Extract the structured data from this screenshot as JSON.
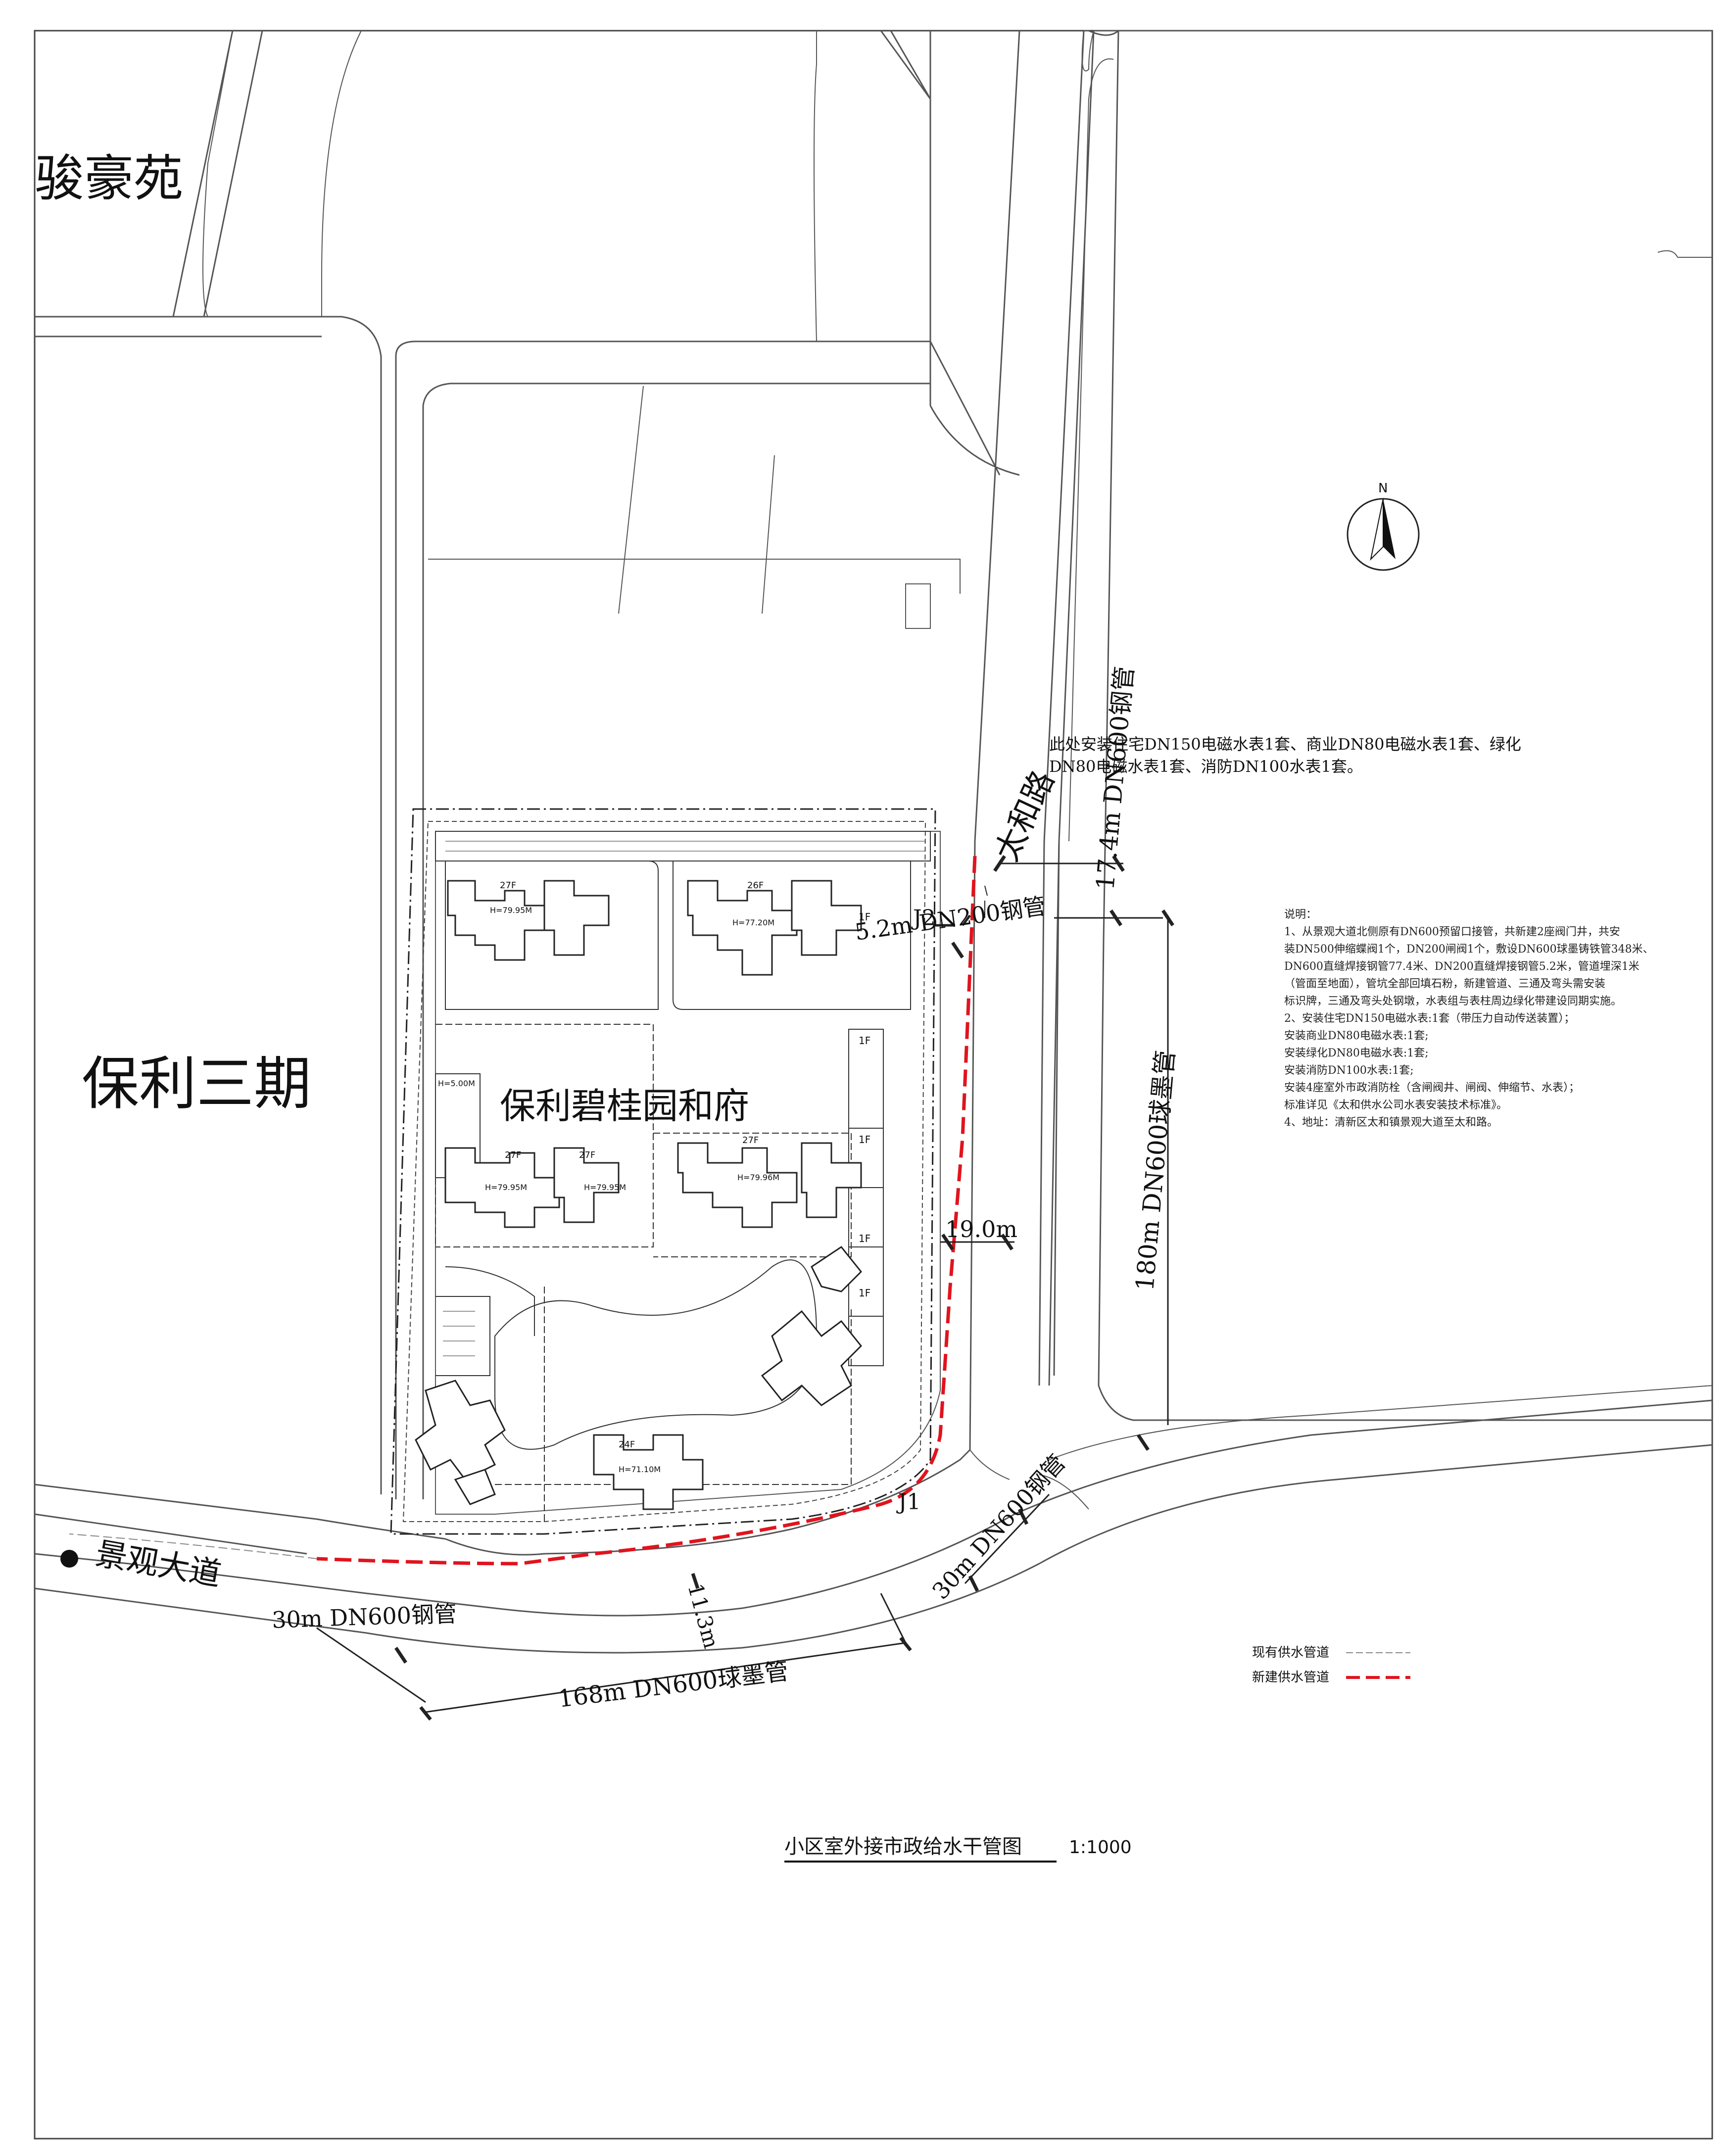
{
  "areas": {
    "junhaoyuan": "骏豪苑",
    "poly_phase3": "保利三期",
    "project_name": "保利碧桂园和府"
  },
  "roads": {
    "taihe": "太和路",
    "jingguan": "景观大道"
  },
  "pipe_labels": {
    "north_dn600_steel": "17.4m DN600钢管",
    "dn200_steel": "5.2m DN200钢管",
    "east_ductile": "180m DN600球墨管",
    "east_segment": "19.0m",
    "south_ductile": "168m DN600球墨管",
    "south_segment": "11.3m",
    "west_dn600_steel": "30m DN600钢管",
    "sw_dn600_steel": "30m DN600钢管"
  },
  "junctions": {
    "j1": "J1",
    "j2": "J2"
  },
  "meter_note": [
    "此处安装住宅DN150电磁水表1套、商业DN80电磁水表1套、绿化",
    "DN80电磁水表1套、消防DN100水表1套。"
  ],
  "notes": {
    "heading": "说明：",
    "lines": [
      "1、从景观大道北侧原有DN600预留口接管，共新建2座阀门井，共安",
      "装DN500伸缩蝶阀1个，DN200闸阀1个，敷设DN600球墨铸铁管348米、",
      "DN600直缝焊接钢管77.4米、DN200直缝焊接钢管5.2米，管道埋深1米",
      "（管面至地面），管坑全部回填石粉，新建管道、三通及弯头需安装",
      "标识牌，三通及弯头处钢墩，水表组与表柱周边绿化带建设同期实施。",
      "2、安装住宅DN150电磁水表:1套（带压力自动传送装置）；",
      "     安装商业DN80电磁水表:1套;",
      "     安装绿化DN80电磁水表:1套;",
      "     安装消防DN100水表:1套;",
      "     安装4座室外市政消防栓（含闸阀井、闸阀、伸缩节、水表）；",
      "     标准详见《太和供水公司水表安装技术标准》。",
      "4、地址：清新区太和镇景观大道至太和路。"
    ]
  },
  "legend": {
    "existing": "现有供水管道",
    "new": "新建供水管道"
  },
  "title": {
    "main": "小区室外接市政给水干管图",
    "scale": "1:1000"
  },
  "compass": {
    "north": "N"
  },
  "building_tags": {
    "b1_floors": "27F",
    "b1_height": "H=79.95M",
    "b2_floors": "27F",
    "b2_height": "H=79.95M",
    "b3_floors": "26F",
    "b3_height": "H=77.20M",
    "b4_floors": "27F",
    "b4_height": "H=79.95M",
    "b5_floors": "27F",
    "b5_height": "H=79.96M",
    "b6_floors": "24F",
    "b6_height": "H=71.10M",
    "small_height": "H=5.00M",
    "shop1": "1F",
    "shop2": "1F",
    "shop3": "1F",
    "shop4": "1F",
    "shop5": "1F"
  },
  "colors": {
    "new_pipe": "#e0141e",
    "line": "#333333",
    "boundary": "#222222"
  }
}
